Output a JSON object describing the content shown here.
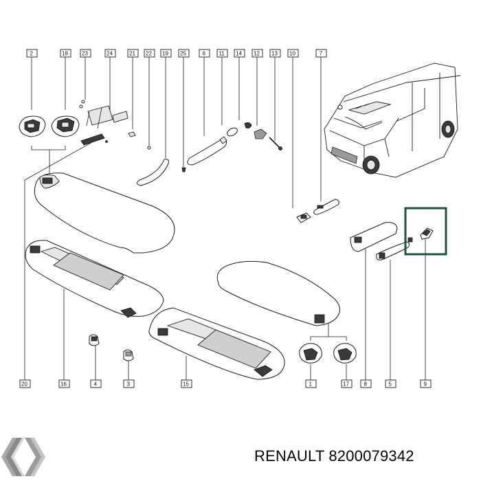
{
  "labels": {
    "n2": "2",
    "n18": "18",
    "n23": "23",
    "n24": "24",
    "n21": "21",
    "n22": "22",
    "n19": "19",
    "n25": "25",
    "n6": "6",
    "n11": "11",
    "n14": "14",
    "n12": "12",
    "n13": "13",
    "n10": "10",
    "n7": "7",
    "n20": "20",
    "n16": "16",
    "n4": "4",
    "n3": "3",
    "n15": "15",
    "n1": "1",
    "n17": "17",
    "n8": "8",
    "n5": "5",
    "n9": "9"
  },
  "caption": "RENAULT 8200079342",
  "highlight_color": "#1f4f45",
  "logo_icon": "renault-diamond-logo"
}
